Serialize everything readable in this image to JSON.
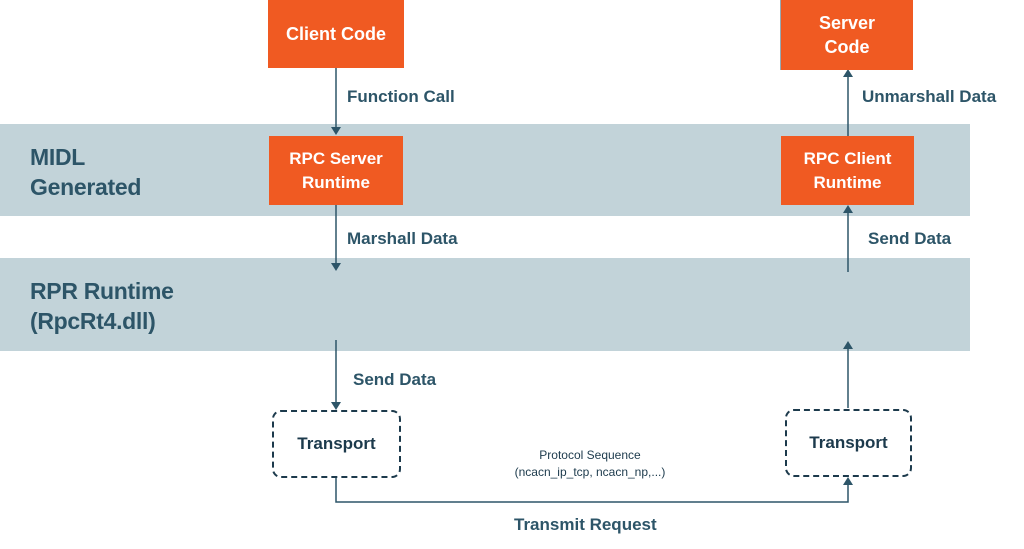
{
  "bands": {
    "midl": {
      "line1": "MIDL",
      "line2": "Generated"
    },
    "rpr": {
      "line1": "RPR Runtime",
      "line2": "(RpcRt4.dll)"
    }
  },
  "boxes": {
    "client_code": "Client Code",
    "server_code_line1": "Server",
    "server_code_line2": "Code",
    "rpc_server_runtime_line1": "RPC Server",
    "rpc_server_runtime_line2": "Runtime",
    "rpc_client_runtime_line1": "RPC Client",
    "rpc_client_runtime_line2": "Runtime"
  },
  "transports": {
    "left": "Transport",
    "right": "Transport"
  },
  "labels": {
    "function_call": "Function Call",
    "unmarshall_data": "Unmarshall Data",
    "marshall_data": "Marshall Data",
    "send_data_right": "Send Data",
    "send_data_left": "Send Data",
    "protocol_sequence_line1": "Protocol Sequence",
    "protocol_sequence_line2": "(ncacn_ip_tcp, ncacn_np,...)",
    "transmit_request": "Transmit Request"
  },
  "colors": {
    "box_orange": "#f05a22",
    "band_gray_blue": "#c2d3d9",
    "line_dark": "#2d5568"
  }
}
